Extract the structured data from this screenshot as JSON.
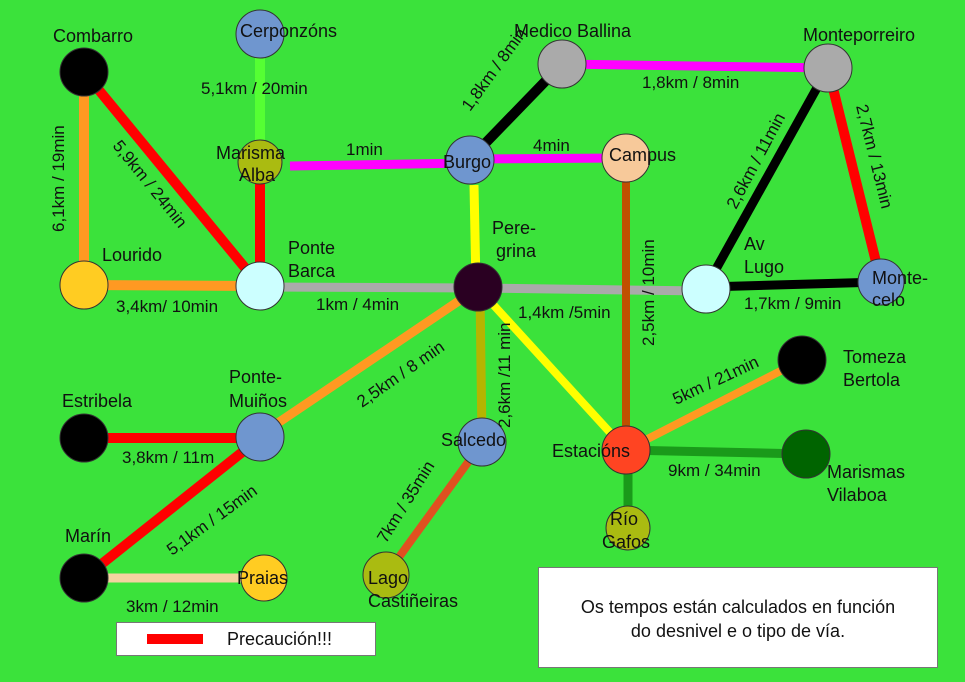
{
  "colors": {
    "background": "#3be23b",
    "danger": "#ff0000",
    "orange": "#ff9922",
    "magenta": "#ff00ff",
    "black": "#000000",
    "gray": "#aaaaaa",
    "yellow": "#ffff00",
    "olive": "#b5b500",
    "brown": "#c05000",
    "darkgreen": "#1a9a1a",
    "lightgreen": "#55ff33",
    "peach": "#f5d3a0"
  },
  "nodes": {
    "cerponzons": "Cerponzóns",
    "combarro": "Combarro",
    "medico_ballina": "Medico Ballina",
    "monteporreiro": "Monteporreiro",
    "marisma_alba_1": "Marisma",
    "marisma_alba_2": "Alba",
    "burgo": "Burgo",
    "campus": "Campus",
    "lourido": "Lourido",
    "ponte_barca_1": "Ponte",
    "ponte_barca_2": "Barca",
    "peregrina_1": "Pere-",
    "peregrina_2": "grina",
    "av_lugo_1": "Av",
    "av_lugo_2": "Lugo",
    "montecelo_1": "Monte-",
    "montecelo_2": "celo",
    "tomeza_1": "Tomeza",
    "tomeza_2": "Bertola",
    "ponte_muinos_1": "Ponte-",
    "ponte_muinos_2": "Muiños",
    "estribela": "Estribela",
    "salcedo": "Salcedo",
    "estacions": "Estacións",
    "marismas_vilaboa_1": "Marismas",
    "marismas_vilaboa_2": "Vilaboa",
    "rio_gafos_1": "Río",
    "rio_gafos_2": "Gafos",
    "marin": "Marín",
    "praias": "Praias",
    "lago_1": "Lago",
    "lago_2": "Castiñeiras"
  },
  "edges": {
    "cerponzons_marisma": "5,1km / 20min",
    "combarro_lourido": "6,1km / 19min",
    "combarro_pontebarca": "5,9km / 24min",
    "burgo_medico": "1,8km / 8min",
    "medico_monteporreiro": "1,8km / 8min",
    "marisma_burgo": "1min",
    "burgo_campus": "4min",
    "monteporreiro_avlugo": "2,6km / 11min",
    "monteporreiro_montecelo": "2,7km / 13min",
    "lourido_pontebarca": "3,4km/ 10min",
    "pontebarca_peregrina": "1km / 4min",
    "peregrina_avlugo": "1,4km /5min",
    "avlugo_montecelo": "1,7km /  9min",
    "campus_estacions": "2,5km / 10min",
    "peregrina_pontemuinos": "2,5km / 8 min",
    "peregrina_salcedo": "2,6km /11 min",
    "estacions_tomeza": "5km / 21min",
    "estacions_vilaboa": "9km / 34min",
    "estribela_pontemuinos": "3,8km / 11m",
    "pontemuinos_marin": "5,1km / 15min",
    "salcedo_lago": "7km / 35min",
    "marin_praias": "3km / 12min"
  },
  "note": {
    "line1": "Os tempos están calculados en función",
    "line2": "do desnivel e o tipo de vía."
  },
  "legend": {
    "label": "Precaución!!!"
  }
}
